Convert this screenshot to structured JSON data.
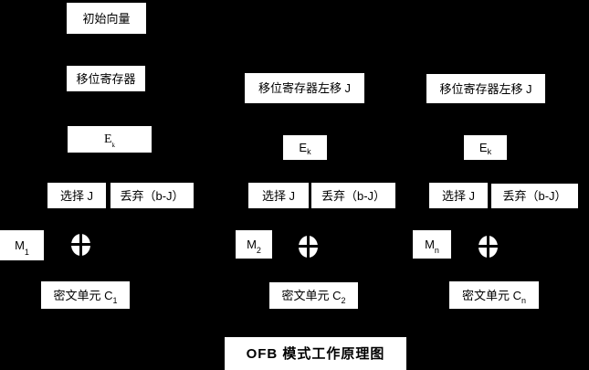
{
  "diagram": {
    "title": "OFB 模式工作原理图",
    "colors": {
      "background": "#000000",
      "box_fill": "#ffffff",
      "text": "#000000"
    },
    "icons": {
      "xor": "xor-circle-icon"
    },
    "columns": [
      {
        "iv_label": "初始向量",
        "shift_register_label": "移位寄存器",
        "cipher_base": "E",
        "cipher_sub": "k",
        "select_label": "选择 J",
        "discard_label": "丢弃（b-J）",
        "message_base": "M",
        "message_sub": "1",
        "ciphertext_base": "密文单元 C",
        "ciphertext_sub": "1"
      },
      {
        "shift_register_label": "移位寄存器左移 J",
        "cipher_base": "E",
        "cipher_sub": "k",
        "select_label": "选择 J",
        "discard_label": "丢弃（b-J）",
        "message_base": "M",
        "message_sub": "2",
        "ciphertext_base": "密文单元 C",
        "ciphertext_sub": "2"
      },
      {
        "shift_register_label": "移位寄存器左移 J",
        "cipher_base": "E",
        "cipher_sub": "k",
        "select_label": "选择 J",
        "discard_label": "丢弃（b-J）",
        "message_base": "M",
        "message_sub": "n",
        "ciphertext_base": "密文单元 C",
        "ciphertext_sub": "n"
      }
    ]
  }
}
